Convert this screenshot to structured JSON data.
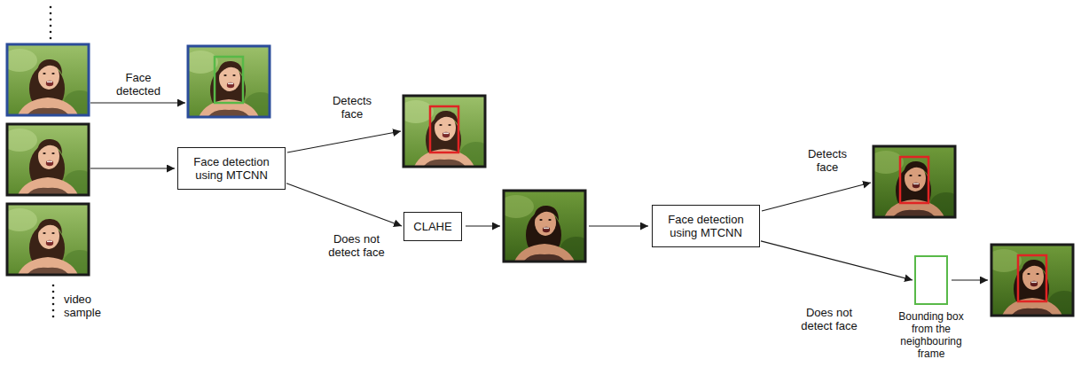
{
  "diagram": {
    "nodes": [
      {
        "text": [
          "Face detection using MTCNN"
        ]
      },
      {
        "text": [
          "CLAHE"
        ]
      },
      {
        "text": [
          "Face detection using MTCNN"
        ]
      },
      {
        "text": [
          "Bounding box from the neighbouring frame"
        ]
      }
    ],
    "edges": [
      {
        "from": 0,
        "to": 1,
        "label": "Does not detect face",
        "arrow": "to"
      },
      {
        "from": 2,
        "to": 3,
        "label": "Does not detect face",
        "arrow": "to"
      }
    ],
    "labels": [
      "Face detected",
      "Detects face",
      "Detects face",
      "video sample"
    ]
  }
}
